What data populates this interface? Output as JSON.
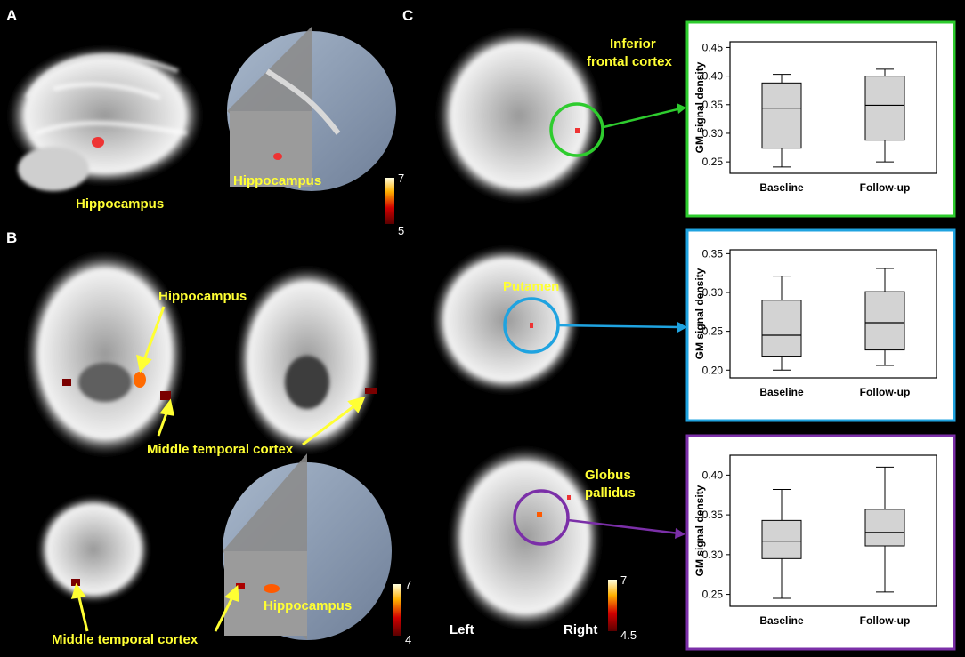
{
  "panels": {
    "a": "A",
    "b": "B",
    "c": "C"
  },
  "labels": {
    "a_hippo_1": "Hippocampus",
    "a_hippo_2": "Hippocampus",
    "b_hippo_1": "Hippocampus",
    "b_mtc_1": "Middle temporal cortex",
    "b_mtc_2": "Middle temporal cortex",
    "b_hippo_2": "Hippocampus",
    "c_ifc_1": "Inferior",
    "c_ifc_2": "frontal cortex",
    "c_put": "Putamen",
    "c_gp_1": "Globus",
    "c_gp_2": "pallidus",
    "left": "Left",
    "right": "Right"
  },
  "colorbars": {
    "a": {
      "max": "7",
      "min": "5"
    },
    "b": {
      "max": "7",
      "min": "4"
    },
    "c": {
      "max": "7",
      "min": "4.5"
    }
  },
  "colors": {
    "green": "#2ecc2e",
    "cyan": "#1fa3e0",
    "purple": "#7b2fa8",
    "label": "#ffff33",
    "box_fill": "#d3d3d3"
  },
  "chart_data": [
    {
      "type": "box",
      "frame_color": "#2ecc2e",
      "ylabel": "GM signal density",
      "categories": [
        "Baseline",
        "Follow-up"
      ],
      "ylim": [
        0.23,
        0.46
      ],
      "yticks": [
        "0.25",
        "0.30",
        "0.35",
        "0.40",
        "0.45"
      ],
      "boxes": [
        {
          "min": 0.241,
          "q1": 0.274,
          "median": 0.344,
          "q3": 0.388,
          "max": 0.403
        },
        {
          "min": 0.25,
          "q1": 0.288,
          "median": 0.349,
          "q3": 0.4,
          "max": 0.412
        }
      ]
    },
    {
      "type": "box",
      "frame_color": "#1fa3e0",
      "ylabel": "GM signal density",
      "categories": [
        "Baseline",
        "Follow-up"
      ],
      "ylim": [
        0.19,
        0.355
      ],
      "yticks": [
        "0.20",
        "0.25",
        "0.30",
        "0.35"
      ],
      "boxes": [
        {
          "min": 0.2,
          "q1": 0.218,
          "median": 0.245,
          "q3": 0.29,
          "max": 0.321
        },
        {
          "min": 0.206,
          "q1": 0.226,
          "median": 0.261,
          "q3": 0.301,
          "max": 0.331
        }
      ]
    },
    {
      "type": "box",
      "frame_color": "#7b2fa8",
      "ylabel": "GM signal density",
      "categories": [
        "Baseline",
        "Follow-up"
      ],
      "ylim": [
        0.235,
        0.425
      ],
      "yticks": [
        "0.25",
        "0.30",
        "0.35",
        "0.40"
      ],
      "boxes": [
        {
          "min": 0.245,
          "q1": 0.295,
          "median": 0.317,
          "q3": 0.343,
          "max": 0.382
        },
        {
          "min": 0.253,
          "q1": 0.311,
          "median": 0.328,
          "q3": 0.357,
          "max": 0.41
        }
      ]
    }
  ]
}
